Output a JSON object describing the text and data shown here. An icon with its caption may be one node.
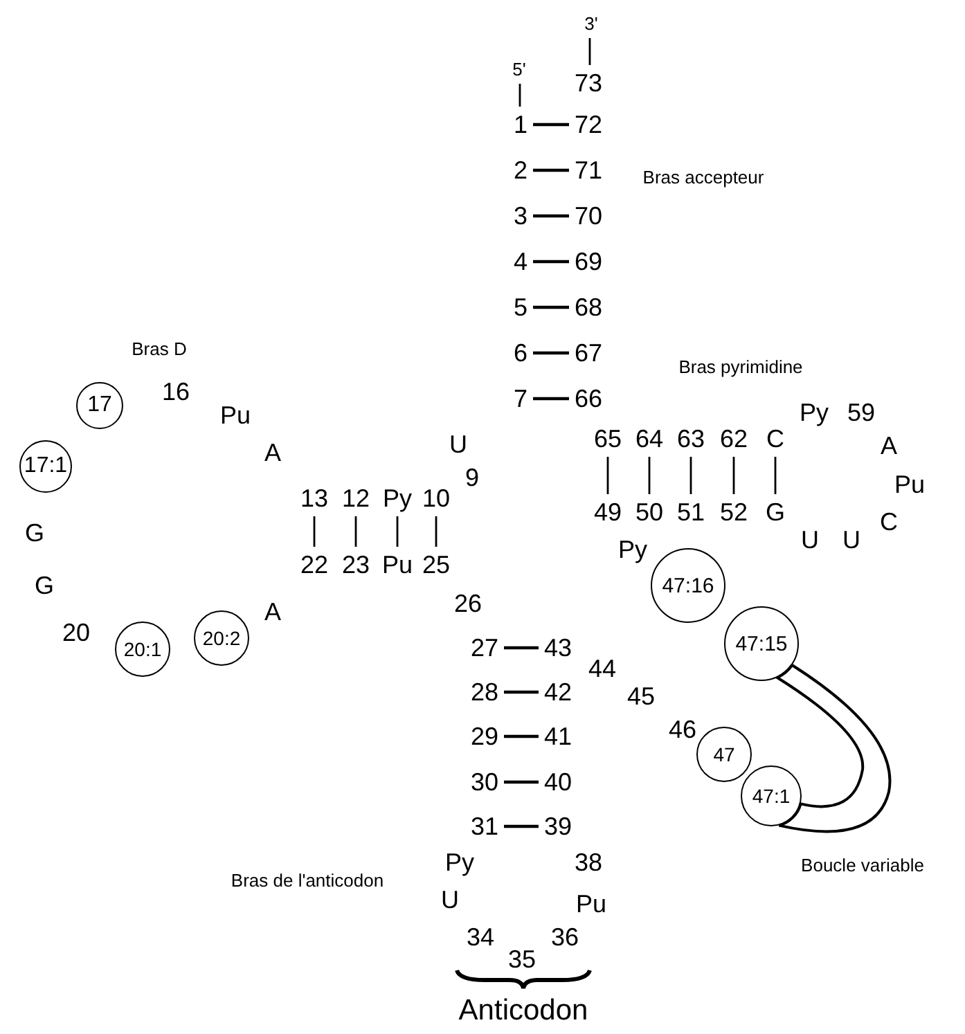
{
  "diagram": {
    "nodes": [
      {
        "text": [
          "5'"
        ]
      },
      {
        "text": [
          "1"
        ]
      },
      {
        "text": [
          "3'"
        ]
      },
      {
        "text": [
          "73"
        ]
      },
      {
        "text": [
          "72"
        ]
      },
      {
        "text": [
          "2"
        ]
      },
      {
        "text": [
          "71"
        ]
      },
      {
        "text": [
          "3"
        ]
      },
      {
        "text": [
          "70"
        ]
      },
      {
        "text": [
          "4"
        ]
      },
      {
        "text": [
          "69"
        ]
      },
      {
        "text": [
          "5"
        ]
      },
      {
        "text": [
          "68"
        ]
      },
      {
        "text": [
          "6"
        ]
      },
      {
        "text": [
          "67"
        ]
      },
      {
        "text": [
          "7"
        ]
      },
      {
        "text": [
          "66"
        ]
      },
      {
        "text": [
          "17"
        ]
      },
      {
        "text": [
          "17:1"
        ]
      },
      {
        "text": [
          "20:1"
        ]
      },
      {
        "text": [
          "20:2"
        ]
      },
      {
        "text": [
          "13"
        ]
      },
      {
        "text": [
          "12"
        ]
      },
      {
        "text": [
          "Py"
        ]
      },
      {
        "text": [
          "10"
        ]
      },
      {
        "text": [
          "22"
        ]
      },
      {
        "text": [
          "23"
        ]
      },
      {
        "text": [
          "Pu"
        ]
      },
      {
        "text": [
          "25"
        ]
      },
      {
        "text": [
          "65"
        ]
      },
      {
        "text": [
          "64"
        ]
      },
      {
        "text": [
          "63"
        ]
      },
      {
        "text": [
          "62"
        ]
      },
      {
        "text": [
          "C"
        ]
      },
      {
        "text": [
          "49"
        ]
      },
      {
        "text": [
          "50"
        ]
      },
      {
        "text": [
          "51"
        ]
      },
      {
        "text": [
          "52"
        ]
      },
      {
        "text": [
          "G"
        ]
      },
      {
        "text": [
          "47:16"
        ]
      },
      {
        "text": [
          "47:15"
        ]
      },
      {
        "text": [
          "47"
        ]
      },
      {
        "text": [
          "47:1"
        ]
      },
      {
        "text": [
          "27"
        ]
      },
      {
        "text": [
          "43"
        ]
      },
      {
        "text": [
          "28"
        ]
      },
      {
        "text": [
          "42"
        ]
      },
      {
        "text": [
          "29"
        ]
      },
      {
        "text": [
          "41"
        ]
      },
      {
        "text": [
          "30"
        ]
      },
      {
        "text": [
          "40"
        ]
      },
      {
        "text": [
          "31"
        ]
      },
      {
        "text": [
          "39"
        ]
      }
    ],
    "edges": [
      {
        "from": 0,
        "to": 1,
        "arrow": "none"
      },
      {
        "from": 2,
        "to": 3,
        "arrow": "none"
      },
      {
        "from": 1,
        "to": 4,
        "arrow": "none"
      },
      {
        "from": 5,
        "to": 6,
        "arrow": "none"
      },
      {
        "from": 7,
        "to": 8,
        "arrow": "none"
      },
      {
        "from": 9,
        "to": 10,
        "arrow": "none"
      },
      {
        "from": 11,
        "to": 12,
        "arrow": "none"
      },
      {
        "from": 13,
        "to": 14,
        "arrow": "none"
      },
      {
        "from": 15,
        "to": 16,
        "arrow": "none"
      },
      {
        "from": 21,
        "to": 25,
        "arrow": "none"
      },
      {
        "from": 22,
        "to": 26,
        "arrow": "none"
      },
      {
        "from": 23,
        "to": 27,
        "arrow": "none"
      },
      {
        "from": 24,
        "to": 28,
        "arrow": "none"
      },
      {
        "from": 29,
        "to": 34,
        "arrow": "none"
      },
      {
        "from": 30,
        "to": 35,
        "arrow": "none"
      },
      {
        "from": 31,
        "to": 36,
        "arrow": "none"
      },
      {
        "from": 32,
        "to": 37,
        "arrow": "none"
      },
      {
        "from": 33,
        "to": 38,
        "arrow": "none"
      },
      {
        "from": 43,
        "to": 44,
        "arrow": "none"
      },
      {
        "from": 45,
        "to": 46,
        "arrow": "none"
      },
      {
        "from": 47,
        "to": 48,
        "arrow": "none"
      },
      {
        "from": 49,
        "to": 50,
        "arrow": "none"
      },
      {
        "from": 51,
        "to": 52,
        "arrow": "none"
      },
      {
        "from": 40,
        "to": 42,
        "arrow": "none"
      }
    ],
    "labels": [
      "Bras accepteur",
      "Bras D",
      "Bras pyrimidine",
      "16",
      "Pu",
      "Py",
      "59",
      "A",
      "U",
      "A",
      "9",
      "Pu",
      "G",
      "U",
      "U",
      "C",
      "Py",
      "G",
      "20",
      "A",
      "26",
      "44",
      "45",
      "46",
      "Bras de l'anticodon",
      "Py",
      "38",
      "Boucle variable",
      "U",
      "Pu",
      "34",
      "36",
      "35",
      "Anticodon"
    ]
  }
}
